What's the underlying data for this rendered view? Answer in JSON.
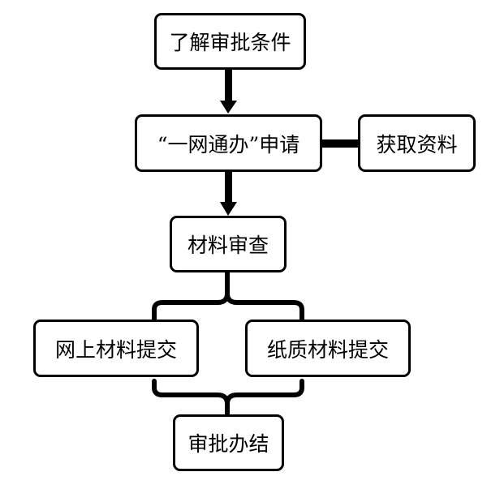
{
  "nodes": {
    "learn_conditions": "了解审批条件",
    "online_apply": "“一网通办”申请",
    "get_materials": "获取资料",
    "material_review": "材料审查",
    "online_submit": "网上材料提交",
    "paper_submit": "纸质材料提交",
    "approval_complete": "审批办结"
  },
  "edges": [
    {
      "from": "learn_conditions",
      "to": "online_apply",
      "type": "arrow"
    },
    {
      "from": "online_apply",
      "to": "get_materials",
      "type": "line"
    },
    {
      "from": "online_apply",
      "to": "material_review",
      "type": "arrow"
    },
    {
      "from": "material_review",
      "to": "online_submit",
      "type": "bracket"
    },
    {
      "from": "material_review",
      "to": "paper_submit",
      "type": "bracket"
    },
    {
      "from": "online_submit",
      "to": "approval_complete",
      "type": "bracket"
    },
    {
      "from": "paper_submit",
      "to": "approval_complete",
      "type": "bracket"
    }
  ],
  "colors": {
    "stroke": "#000000",
    "fill": "#ffffff",
    "text": "#000000"
  }
}
